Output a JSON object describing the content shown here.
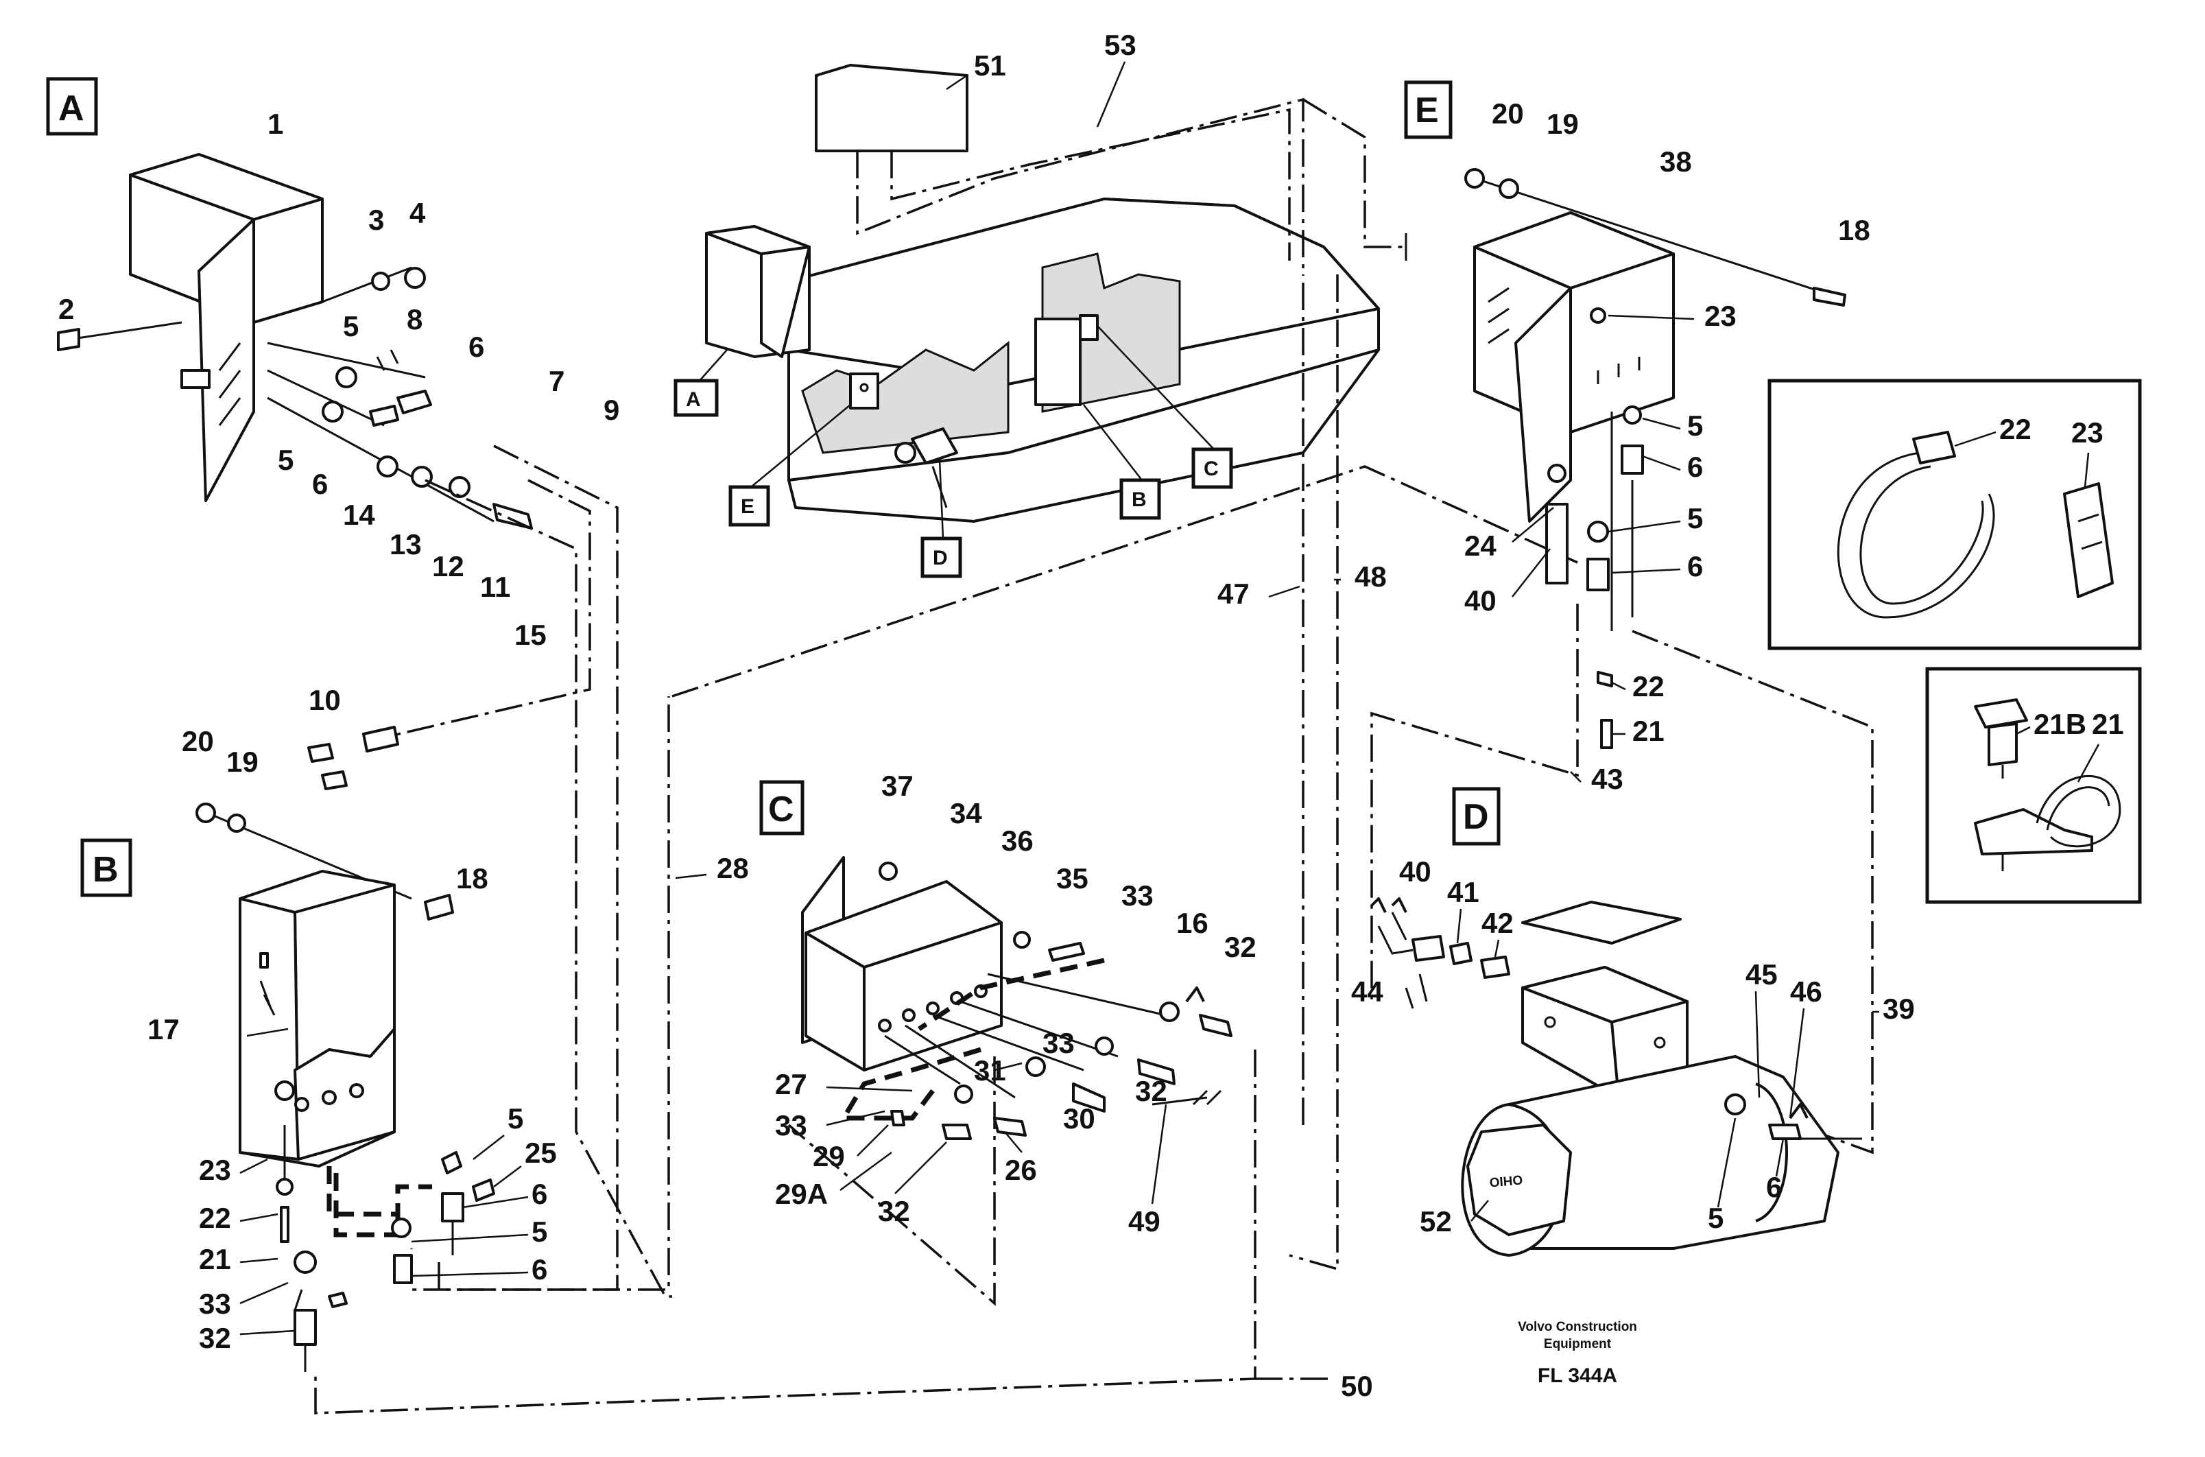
{
  "diagram": {
    "view_labels": {
      "a": "A",
      "b": "B",
      "c": "C",
      "d": "D",
      "e": "E"
    },
    "part_numbers": {
      "p1": "1",
      "p2": "2",
      "p3": "3",
      "p4": "4",
      "p5": "5",
      "p6": "6",
      "p7": "7",
      "p8": "8",
      "p9": "9",
      "p10": "10",
      "p11": "11",
      "p12": "12",
      "p13": "13",
      "p14": "14",
      "p15": "15",
      "p16": "16",
      "p17": "17",
      "p18": "18",
      "p19": "19",
      "p20": "20",
      "p21": "21",
      "p21b": "21B",
      "p22": "22",
      "p23": "23",
      "p24": "24",
      "p25": "25",
      "p26": "26",
      "p27": "27",
      "p28": "28",
      "p29": "29",
      "p29a": "29A",
      "p30": "30",
      "p31": "31",
      "p32": "32",
      "p33": "33",
      "p34": "34",
      "p35": "35",
      "p36": "36",
      "p37": "37",
      "p38": "38",
      "p39": "39",
      "p40": "40",
      "p41": "41",
      "p42": "42",
      "p43": "43",
      "p44": "44",
      "p45": "45",
      "p46": "46",
      "p47": "47",
      "p48": "48",
      "p49": "49",
      "p50": "50",
      "p51": "51",
      "p52": "52",
      "p53": "53"
    },
    "motor_marking": "OHIO",
    "credit_line1": "Volvo Construction",
    "credit_line2": "Equipment",
    "drawing_code": "FL 344A"
  }
}
